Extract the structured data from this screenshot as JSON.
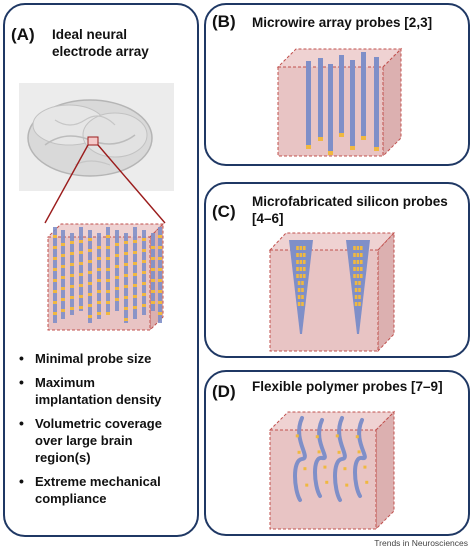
{
  "panels": {
    "a": {
      "label": "(A)",
      "title_line1": "Ideal neural",
      "title_line2": "electrode array",
      "bullets": [
        {
          "line1": "Minimal probe size",
          "line2": ""
        },
        {
          "line1": "Maximum",
          "line2": "implantation density"
        },
        {
          "line1": "Volumetric coverage",
          "line2": "over large brain",
          "line3": "region(s)"
        },
        {
          "line1": "Extreme mechanical",
          "line2": "compliance"
        }
      ]
    },
    "b": {
      "label": "(B)",
      "title": "Microwire array probes [2,3]"
    },
    "c": {
      "label": "(C)",
      "title_line1": "Microfabricated silicon probes",
      "title_line2": "[4–6]"
    },
    "d": {
      "label": "(D)",
      "title": "Flexible polymer probes [7–9]"
    }
  },
  "footer": "Trends in Neurosciences",
  "colors": {
    "border": "#1f3864",
    "tissue_fill": "#e8c4c4",
    "tissue_edge": "#c0504d",
    "probe": "#7f8fc8",
    "electrode": "#f0b840",
    "zoom_line": "#9b1c1c"
  }
}
